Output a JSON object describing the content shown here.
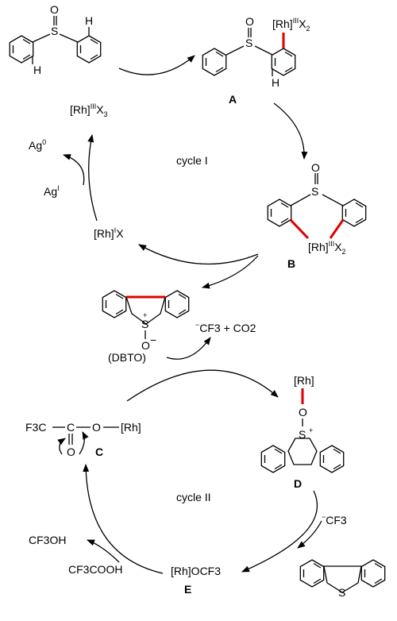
{
  "atoms": {
    "O": "O",
    "S": "S",
    "H": "H",
    "C": "C",
    "plus": "+",
    "minus": "−"
  },
  "labels": {
    "rh": "[Rh]",
    "ox3": "III",
    "ox1": "I",
    "x": "X",
    "two": "2",
    "three": "3",
    "zero": "0",
    "ag": "Ag",
    "A": "A",
    "B": "B",
    "C": "C",
    "D": "D",
    "E": "E",
    "DBTO": "(DBTO)",
    "cycle1": "cycle I",
    "cycle2": "cycle II",
    "cf3co2": "CF3 + CO2",
    "cf3": "CF3",
    "cf3oh": "CF3OH",
    "cf3cooh": "CF3COOH",
    "F3C": "F3C",
    "rhOCF3": "[Rh]OCF3"
  }
}
